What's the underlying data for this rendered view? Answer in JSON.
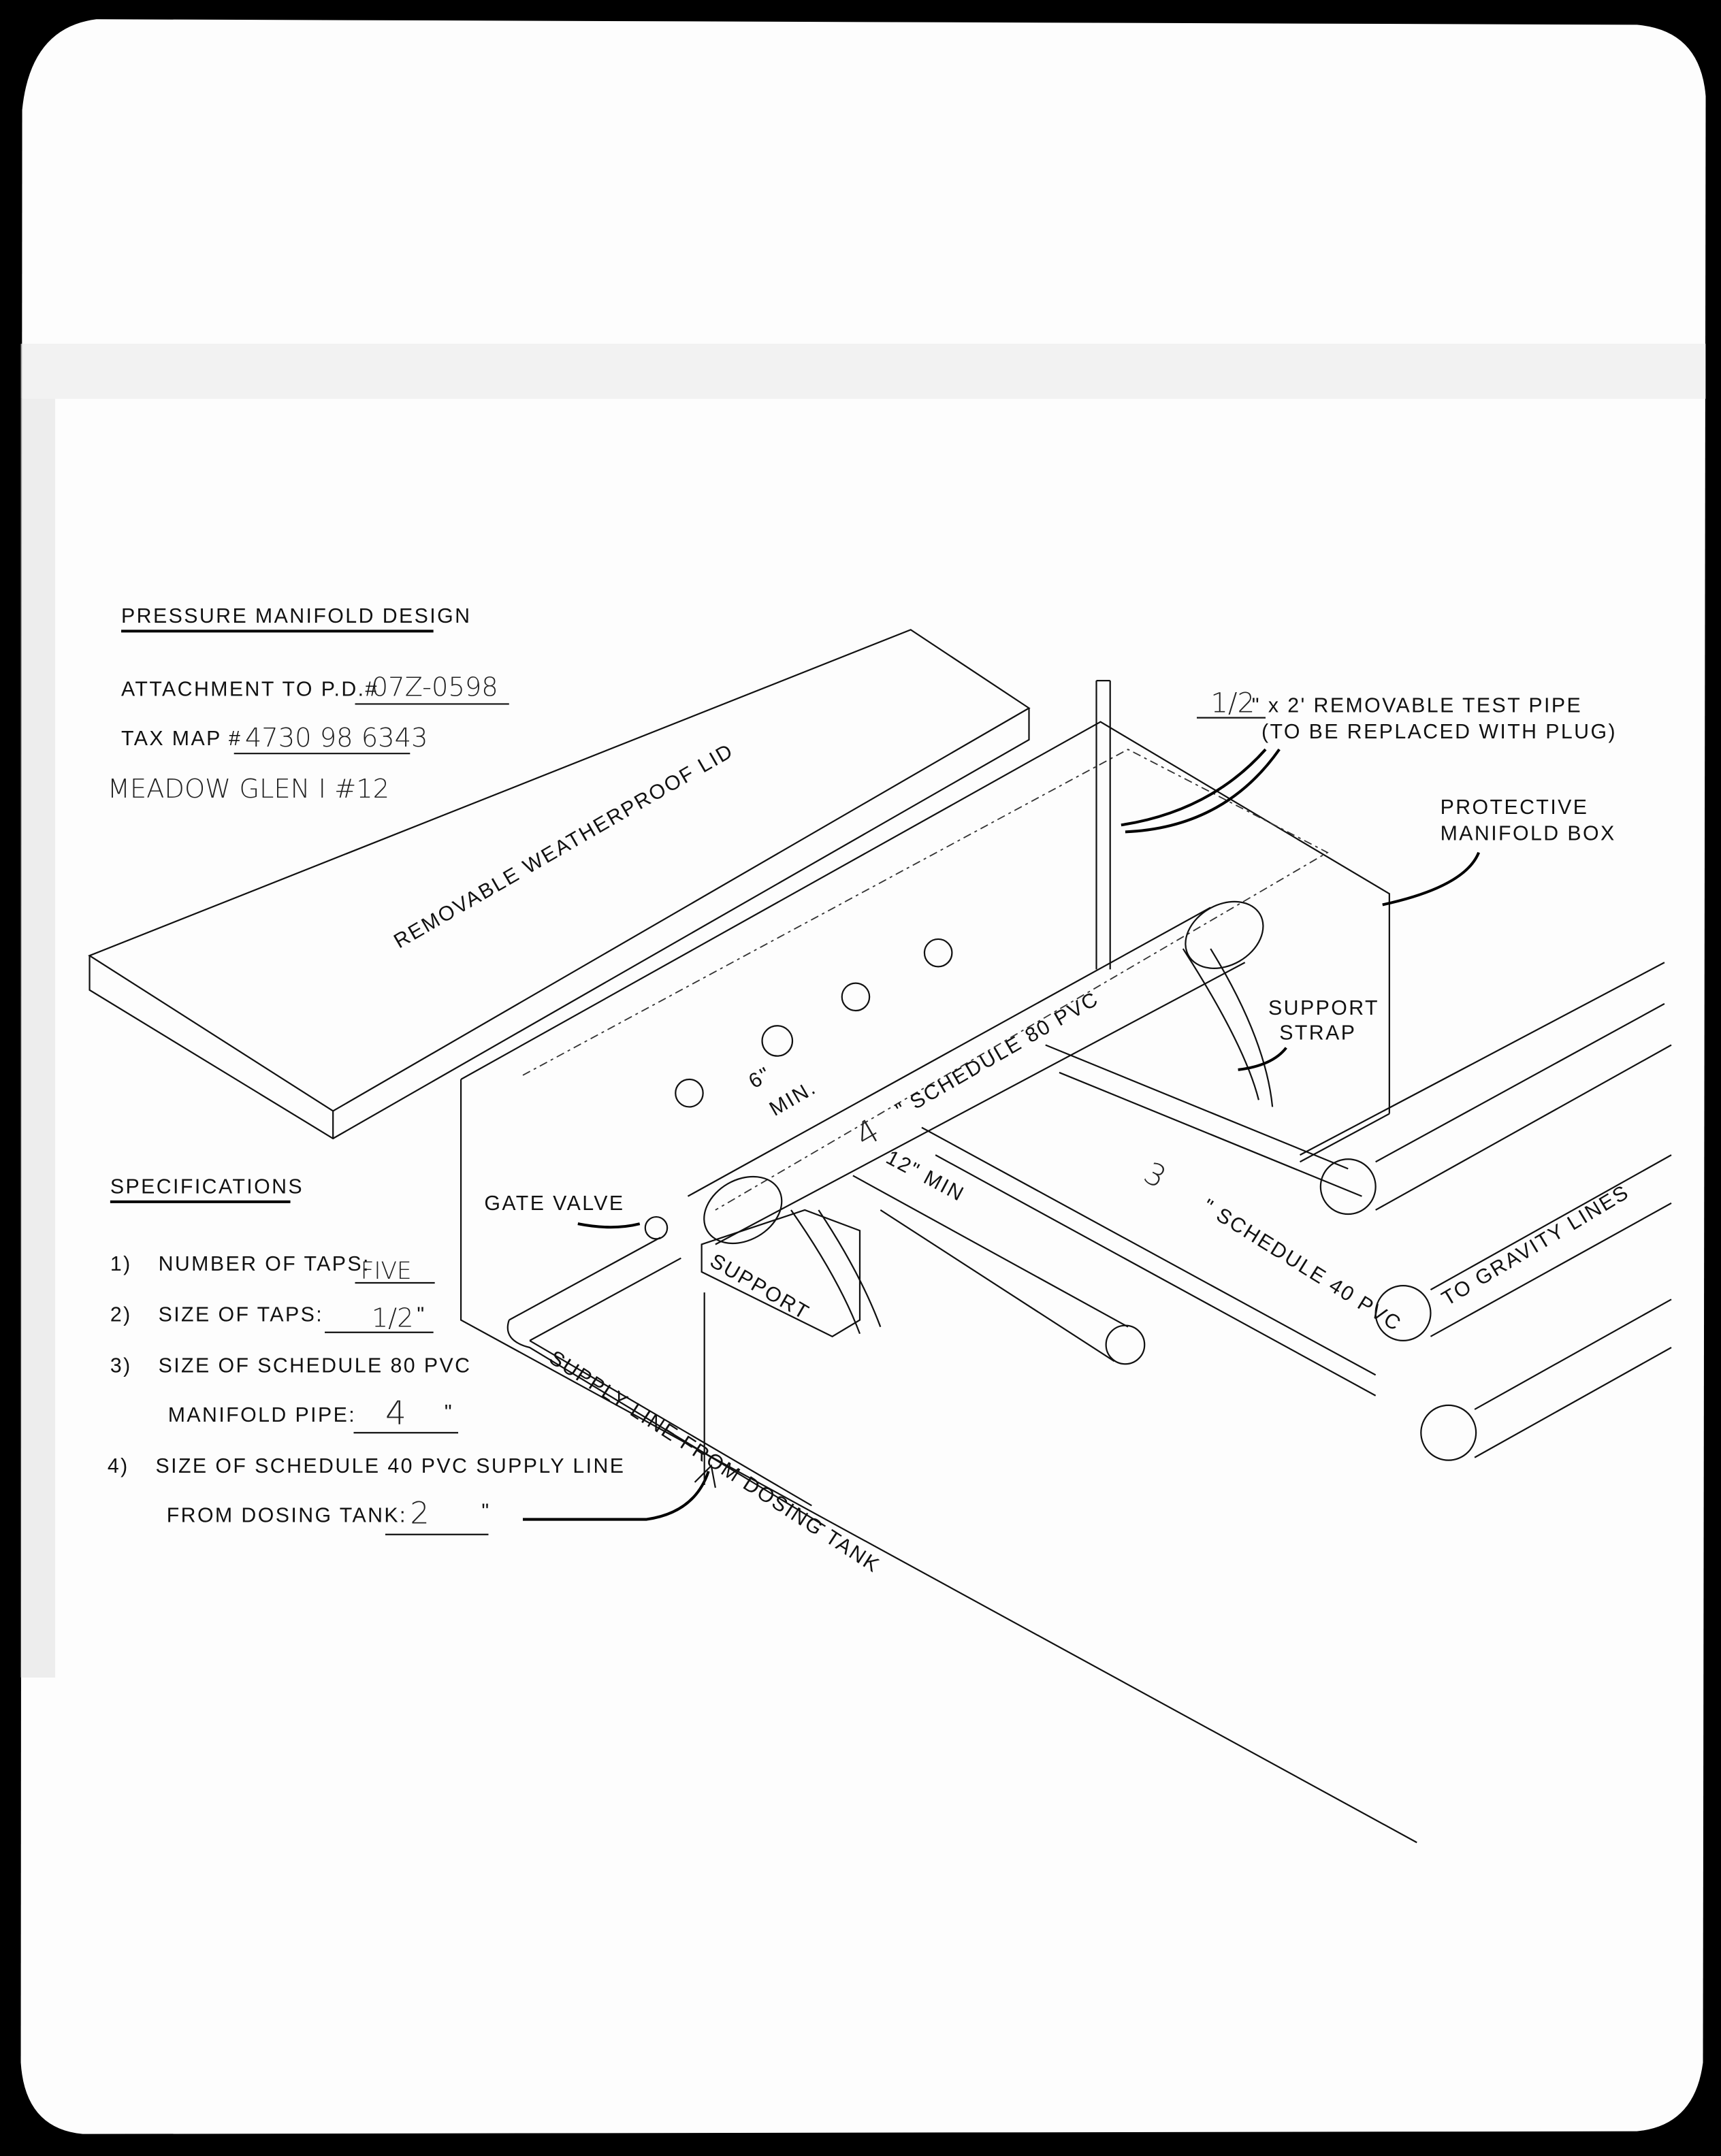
{
  "header": {
    "title": "PRESSURE MANIFOLD DESIGN",
    "attachment_label": "ATTACHMENT TO P.D.#",
    "attachment_value": "07Z-0598",
    "tax_map_label": "TAX MAP #",
    "tax_map_value": "4730 98 6343",
    "project_name": "MEADOW GLEN I #12"
  },
  "specifications": {
    "title": "SPECIFICATIONS",
    "items": [
      {
        "num": "1)",
        "label": "NUMBER OF TAPS:",
        "value": "FIVE",
        "unit": ""
      },
      {
        "num": "2)",
        "label": "SIZE OF TAPS:",
        "value": "1/2",
        "unit": "\""
      },
      {
        "num": "3)",
        "label": "SIZE OF SCHEDULE 80 PVC",
        "label2": "MANIFOLD PIPE:",
        "value": "4",
        "unit": "\""
      },
      {
        "num": "4)",
        "label": "SIZE OF SCHEDULE 40 PVC SUPPLY LINE",
        "label2": "FROM DOSING TANK:",
        "value": "2",
        "unit": "\""
      }
    ]
  },
  "diagram_labels": {
    "lid": "REMOVABLE WEATHERPROOF LID",
    "test_pipe_size": "1/2",
    "test_pipe": "\" x 2' REMOVABLE TEST PIPE",
    "test_pipe_note": "(TO BE REPLACED WITH PLUG)",
    "box_line1": "PROTECTIVE",
    "box_line2": "MANIFOLD BOX",
    "strap_line1": "SUPPORT",
    "strap_line2": "STRAP",
    "manifold_size": "4",
    "manifold_pipe": "\" SCHEDULE 80 PVC",
    "tap_spacing": "6\"",
    "tap_spacing_min": "MIN.",
    "gate_valve": "GATE VALVE",
    "support": "SUPPORT",
    "lateral_spacing": "12\" MIN",
    "lateral_size": "3",
    "lateral_pipe": "\" SCHEDULE 40 PVC",
    "gravity": "TO GRAVITY LINES",
    "supply": "SUPPLY LINE FROM DOSING TANK"
  }
}
